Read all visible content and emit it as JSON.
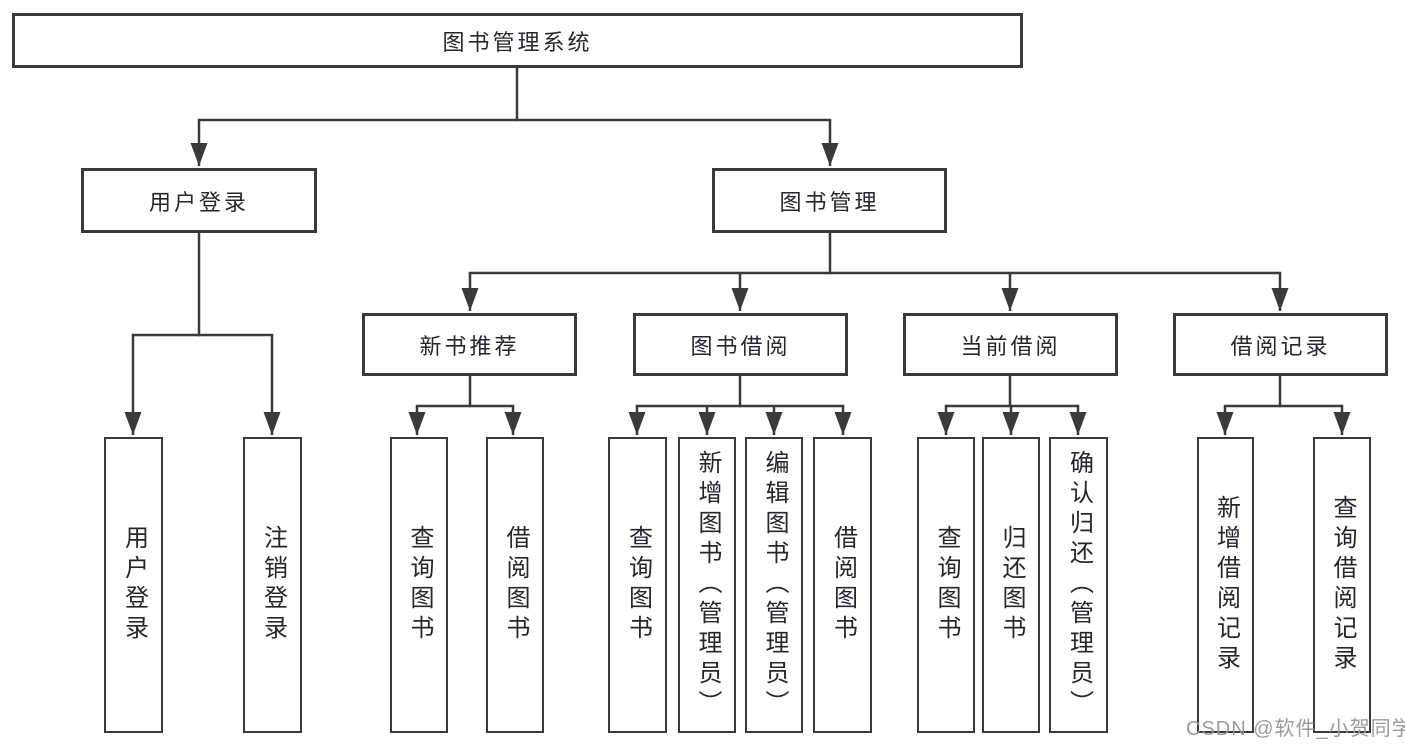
{
  "title": "图书管理系统",
  "tree": {
    "label": "图书管理系统",
    "children": [
      {
        "label": "用户登录",
        "children": [
          {
            "label": "用户登录"
          },
          {
            "label": "注销登录"
          }
        ]
      },
      {
        "label": "图书管理",
        "children": [
          {
            "label": "新书推荐",
            "children": [
              {
                "label": "查询图书"
              },
              {
                "label": "借阅图书"
              }
            ]
          },
          {
            "label": "图书借阅",
            "children": [
              {
                "label": "查询图书"
              },
              {
                "label": "新增图书（管理员）"
              },
              {
                "label": "编辑图书（管理员）"
              },
              {
                "label": "借阅图书"
              }
            ]
          },
          {
            "label": "当前借阅",
            "children": [
              {
                "label": "查询图书"
              },
              {
                "label": "归还图书"
              },
              {
                "label": "确认归还（管理员）"
              }
            ]
          },
          {
            "label": "借阅记录",
            "children": [
              {
                "label": "新增借阅记录"
              },
              {
                "label": "查询借阅记录"
              }
            ]
          }
        ]
      }
    ]
  },
  "watermark": "CSDN @软件_小贺同学",
  "colors": {
    "line": "#3a3a3c",
    "text": "#26272c",
    "background": "#ffffff",
    "watermark": "#969696"
  }
}
